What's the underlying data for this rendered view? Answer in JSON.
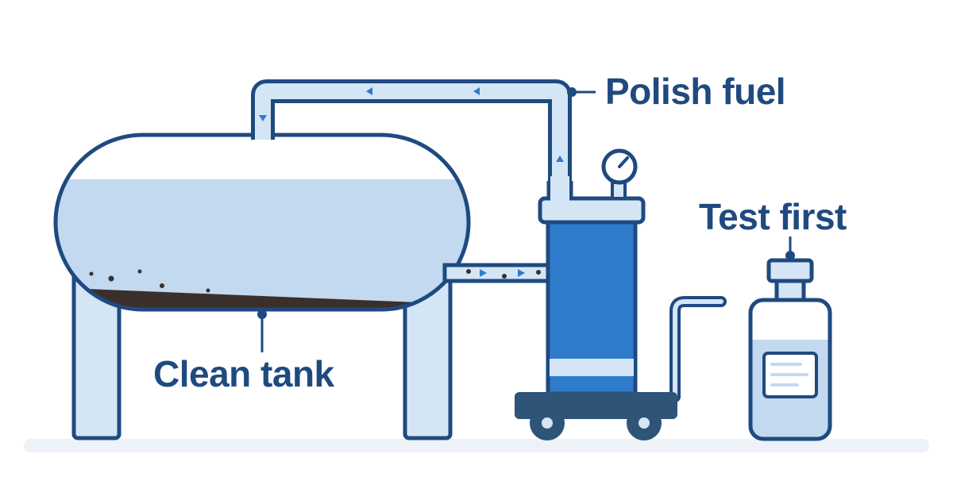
{
  "labels": {
    "polish": "Polish fuel",
    "test": "Test first",
    "clean": "Clean tank"
  },
  "colors": {
    "outline": "#1f4a80",
    "light_fill": "#d4e5f6",
    "fuel_fill": "#c2d9f0",
    "sludge": "#3a2f2b",
    "filter_blue": "#2f7ccc",
    "cart": "#2e5478",
    "ground": "#edf2f8",
    "arrow": "#2f7ccc"
  },
  "icons": {
    "gauge": "pressure-gauge-icon",
    "bottle": "sample-bottle-icon"
  }
}
